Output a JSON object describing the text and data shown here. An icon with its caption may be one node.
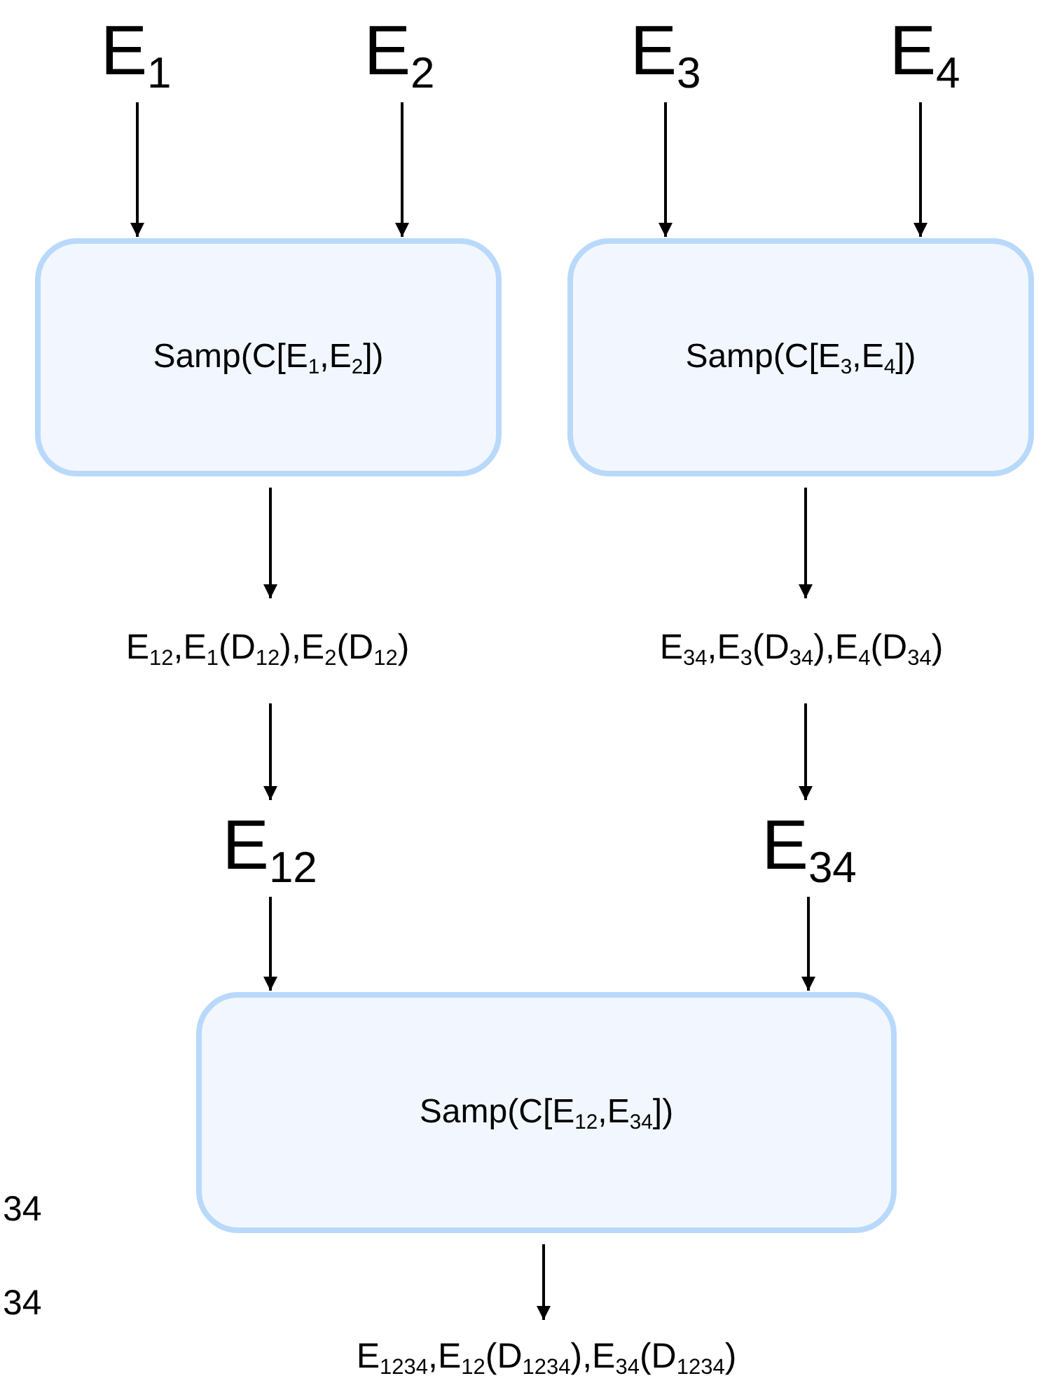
{
  "diagram": {
    "nodes": [
      {
        "text": [
          "E$_{1}$"
        ]
      },
      {
        "text": [
          "E$_{2}$"
        ]
      },
      {
        "text": [
          "E$_{3}$"
        ]
      },
      {
        "text": [
          "E$_{4}$"
        ]
      },
      {
        "text": [
          "Samp(C[E$_{1}$,E$_{2}$])"
        ]
      },
      {
        "text": [
          "Samp(C[E$_{3}$,E$_{4}$])"
        ]
      },
      {
        "text": [
          "E$_{12}$,E$_{1}$(D$_{12}$),E$_{2}$(D$_{12}$)"
        ]
      },
      {
        "text": [
          "E$_{34}$,E$_{3}$(D$_{34}$),E$_{4}$(D$_{34}$)"
        ]
      },
      {
        "text": [
          "E$_{12}$"
        ]
      },
      {
        "text": [
          "E$_{34}$"
        ]
      },
      {
        "text": [
          "Samp(C[E$_{12}$,E$_{34}$])"
        ]
      },
      {
        "text": [
          "E$_{1234}$,E$_{12}$(D$_{1234}$),E$_{34}$(D$_{1234}$)"
        ]
      }
    ],
    "edges": [
      {
        "from": 0,
        "to": 4,
        "arrow": "to"
      },
      {
        "from": 1,
        "to": 4,
        "arrow": "to"
      },
      {
        "from": 2,
        "to": 5,
        "arrow": "to"
      },
      {
        "from": 3,
        "to": 5,
        "arrow": "to"
      },
      {
        "from": 4,
        "to": 6,
        "arrow": "to"
      },
      {
        "from": 5,
        "to": 7,
        "arrow": "to"
      },
      {
        "from": 6,
        "to": 8,
        "arrow": "to"
      },
      {
        "from": 7,
        "to": 9,
        "arrow": "to"
      },
      {
        "from": 8,
        "to": 10,
        "arrow": "to"
      },
      {
        "from": 9,
        "to": 10,
        "arrow": "to"
      },
      {
        "from": 10,
        "to": 11,
        "arrow": "to"
      }
    ],
    "labels": [
      "34",
      "34"
    ]
  }
}
